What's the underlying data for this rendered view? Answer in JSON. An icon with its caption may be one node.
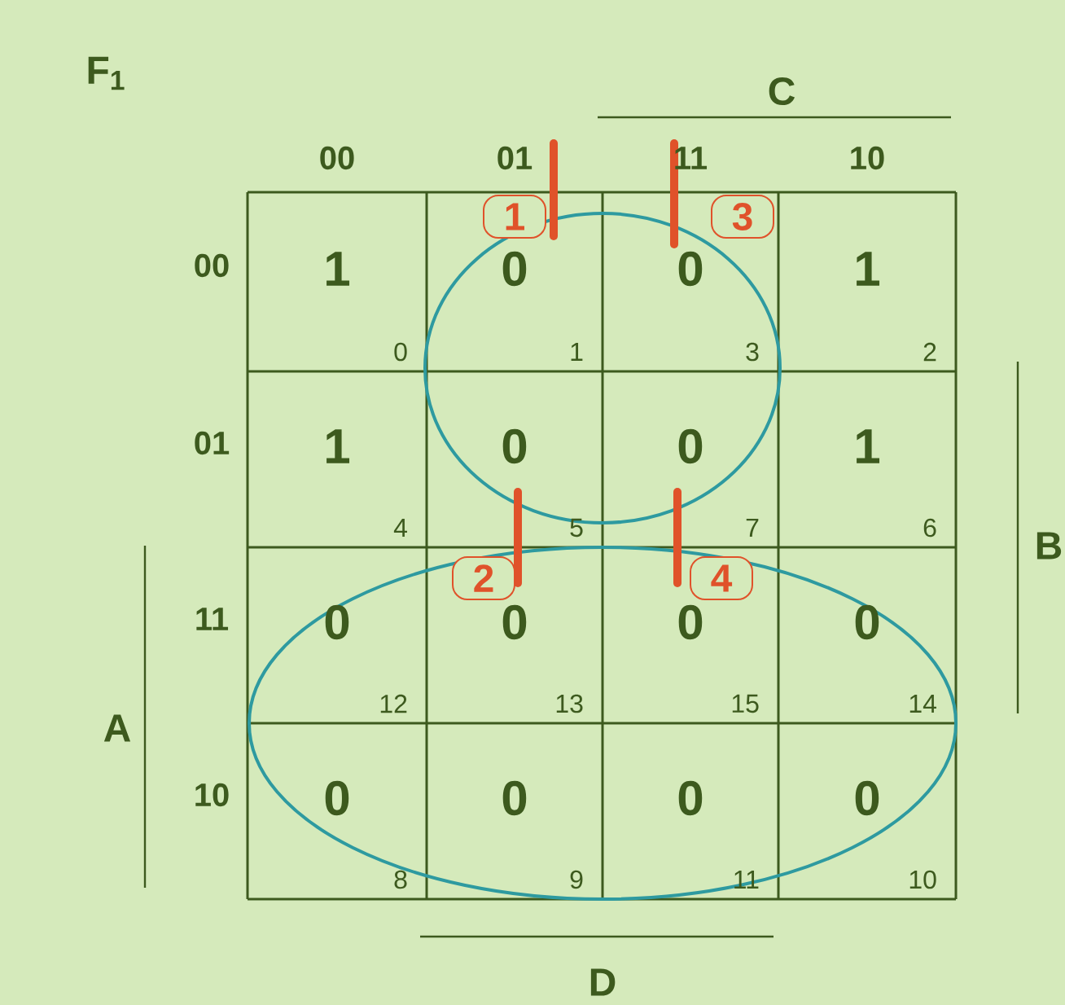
{
  "diagram": {
    "title": "F$_{1}$",
    "labels": [
      "C",
      "00",
      "01",
      "11",
      "10",
      "1",
      "3",
      "00",
      "1",
      "0",
      "0",
      "1",
      "0",
      "1",
      "3",
      "2",
      "01",
      "1",
      "0",
      "0",
      "1",
      "4",
      "5",
      "7",
      "6",
      "B",
      "2",
      "4",
      "11",
      "0",
      "0",
      "0",
      "0",
      "12",
      "13",
      "15",
      "14",
      "A",
      "10",
      "0",
      "0",
      "0",
      "0",
      "8",
      "9",
      "11",
      "10",
      "D"
    ]
  }
}
